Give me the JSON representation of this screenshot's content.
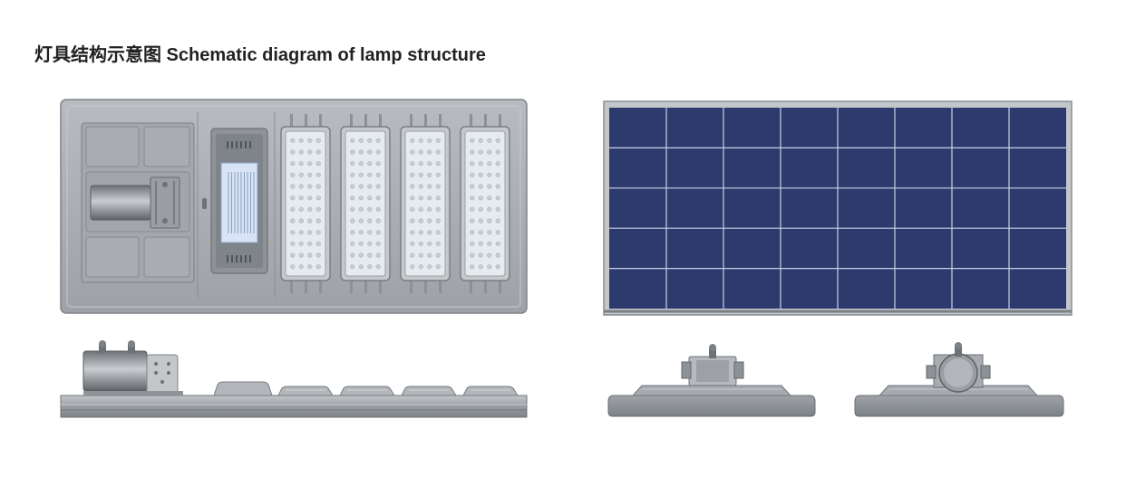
{
  "header": {
    "title": "灯具结构示意图 Schematic diagram of lamp structure"
  },
  "lamp": {
    "led_module_count": 4,
    "led_rows": 12,
    "led_cols": 4,
    "battery_label_text": ""
  },
  "solar_panel": {
    "rows": 5,
    "cols": 8
  },
  "colors": {
    "housing": "#a9adb1",
    "housing_dark": "#8c9196",
    "housing_light": "#c6c9cc",
    "panel_cell": "#2c3a6e",
    "panel_grid": "#c9d0e2",
    "panel_frame": "#c4c7ca",
    "led_face": "#e6ebef",
    "battery_label": "#d8e4f6"
  }
}
